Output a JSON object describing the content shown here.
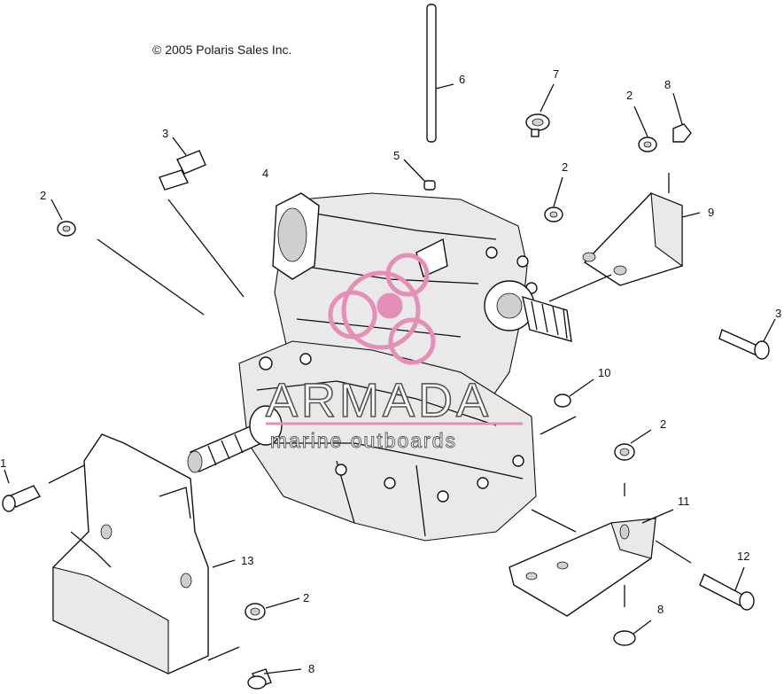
{
  "copyright": "© 2005 Polaris Sales Inc.",
  "watermark": {
    "brand": "ARMADA",
    "tagline": "marine outboards",
    "color": "#e58fb8"
  },
  "callouts": [
    {
      "id": "1"
    },
    {
      "id": "2"
    },
    {
      "id": "3"
    },
    {
      "id": "4"
    },
    {
      "id": "5"
    },
    {
      "id": "6"
    },
    {
      "id": "7"
    },
    {
      "id": "8"
    },
    {
      "id": "9"
    },
    {
      "id": "10"
    },
    {
      "id": "11"
    },
    {
      "id": "12"
    },
    {
      "id": "13"
    }
  ],
  "labels": {
    "c1": "1",
    "c2a": "2",
    "c2b": "2",
    "c2c": "2",
    "c2d": "2",
    "c2e": "2",
    "c3a": "3",
    "c3b": "3",
    "c4": "4",
    "c5": "5",
    "c6": "6",
    "c7": "7",
    "c8a": "8",
    "c8b": "8",
    "c8c": "8",
    "c9": "9",
    "c10": "10",
    "c11": "11",
    "c12": "12",
    "c13": "13"
  }
}
